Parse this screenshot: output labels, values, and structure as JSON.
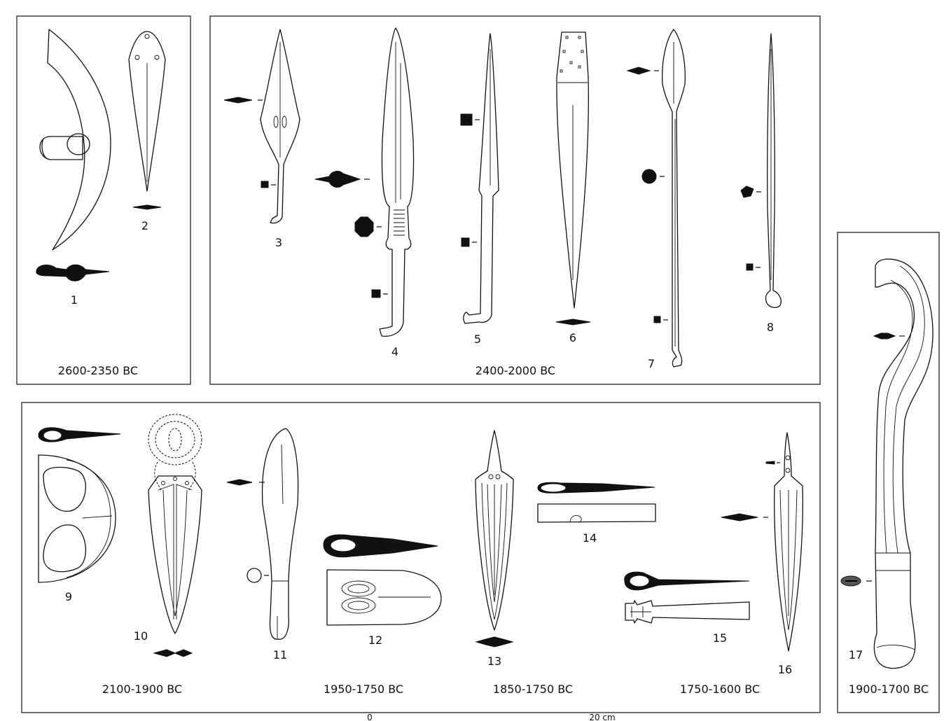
{
  "panels": {
    "a": {
      "period": "2600-2350 BC",
      "items": [
        "1",
        "2"
      ]
    },
    "b": {
      "period": "2400-2000 BC",
      "items": [
        "3",
        "4",
        "5",
        "6",
        "7",
        "8"
      ]
    },
    "c": {
      "periods": [
        "2100-1900 BC",
        "1950-1750 BC",
        "1850-1750 BC",
        "1750-1600 BC"
      ],
      "items": [
        "9",
        "10",
        "11",
        "12",
        "13",
        "14",
        "15",
        "16"
      ]
    },
    "d": {
      "period": "1900-1700 BC",
      "items": [
        "17"
      ]
    }
  },
  "scale": {
    "start": "0",
    "end": "20 cm"
  },
  "colors": {
    "ink": "#111111",
    "background": "#ffffff"
  }
}
